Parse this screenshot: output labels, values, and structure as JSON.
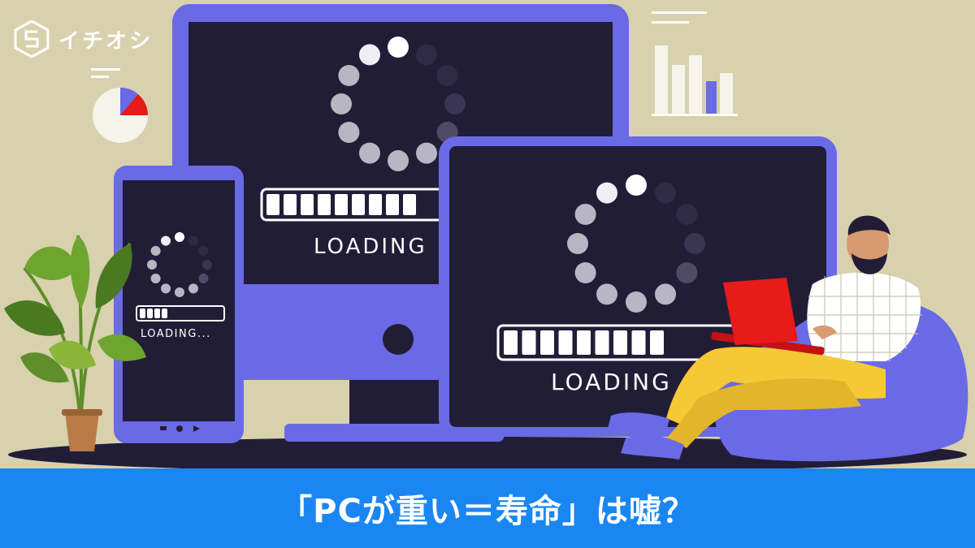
{
  "brand": {
    "name": "イチオシ",
    "icon": "s-hexagon-logo-icon"
  },
  "headline": "「PCが重い＝寿命」は嘘？",
  "screens": {
    "monitor_loading": "LOADING",
    "tablet_loading": "LOADING",
    "phone_loading": "LOADING..."
  },
  "colors": {
    "background": "#d8d1ae",
    "device_frame": "#6a6ae6",
    "screen": "#221d37",
    "banner": "#1a86f2",
    "laptop": "#e81a1a",
    "pants": "#f5c935",
    "beanbag": "#6a6ae6"
  },
  "icons": [
    "pie-chart-icon",
    "bar-chart-icon",
    "spinner-icon",
    "plant-icon"
  ]
}
